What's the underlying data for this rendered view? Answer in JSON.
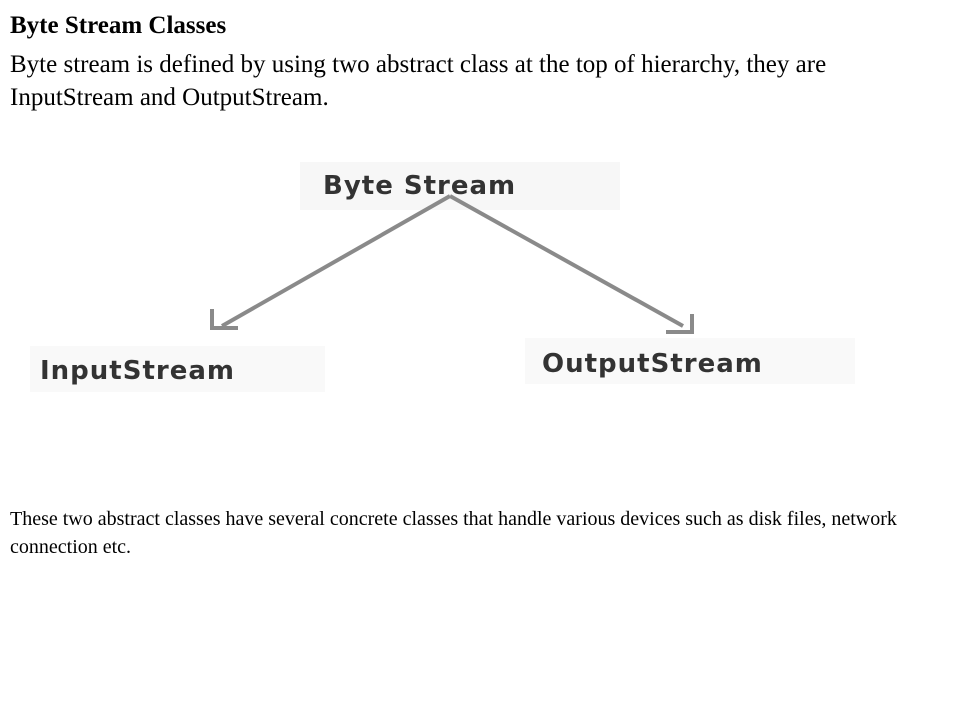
{
  "heading": "Byte Stream Classes",
  "intro": "Byte stream is defined by using two abstract class at the top of hierarchy, they are InputStream and OutputStream.",
  "diagram": {
    "root": "Byte Stream",
    "children": [
      "InputStream",
      "OutputStream"
    ],
    "arrow_color": "#8a8a8a"
  },
  "body_text": "These two abstract classes have several concrete classes that handle various devices such as disk files, network connection etc."
}
